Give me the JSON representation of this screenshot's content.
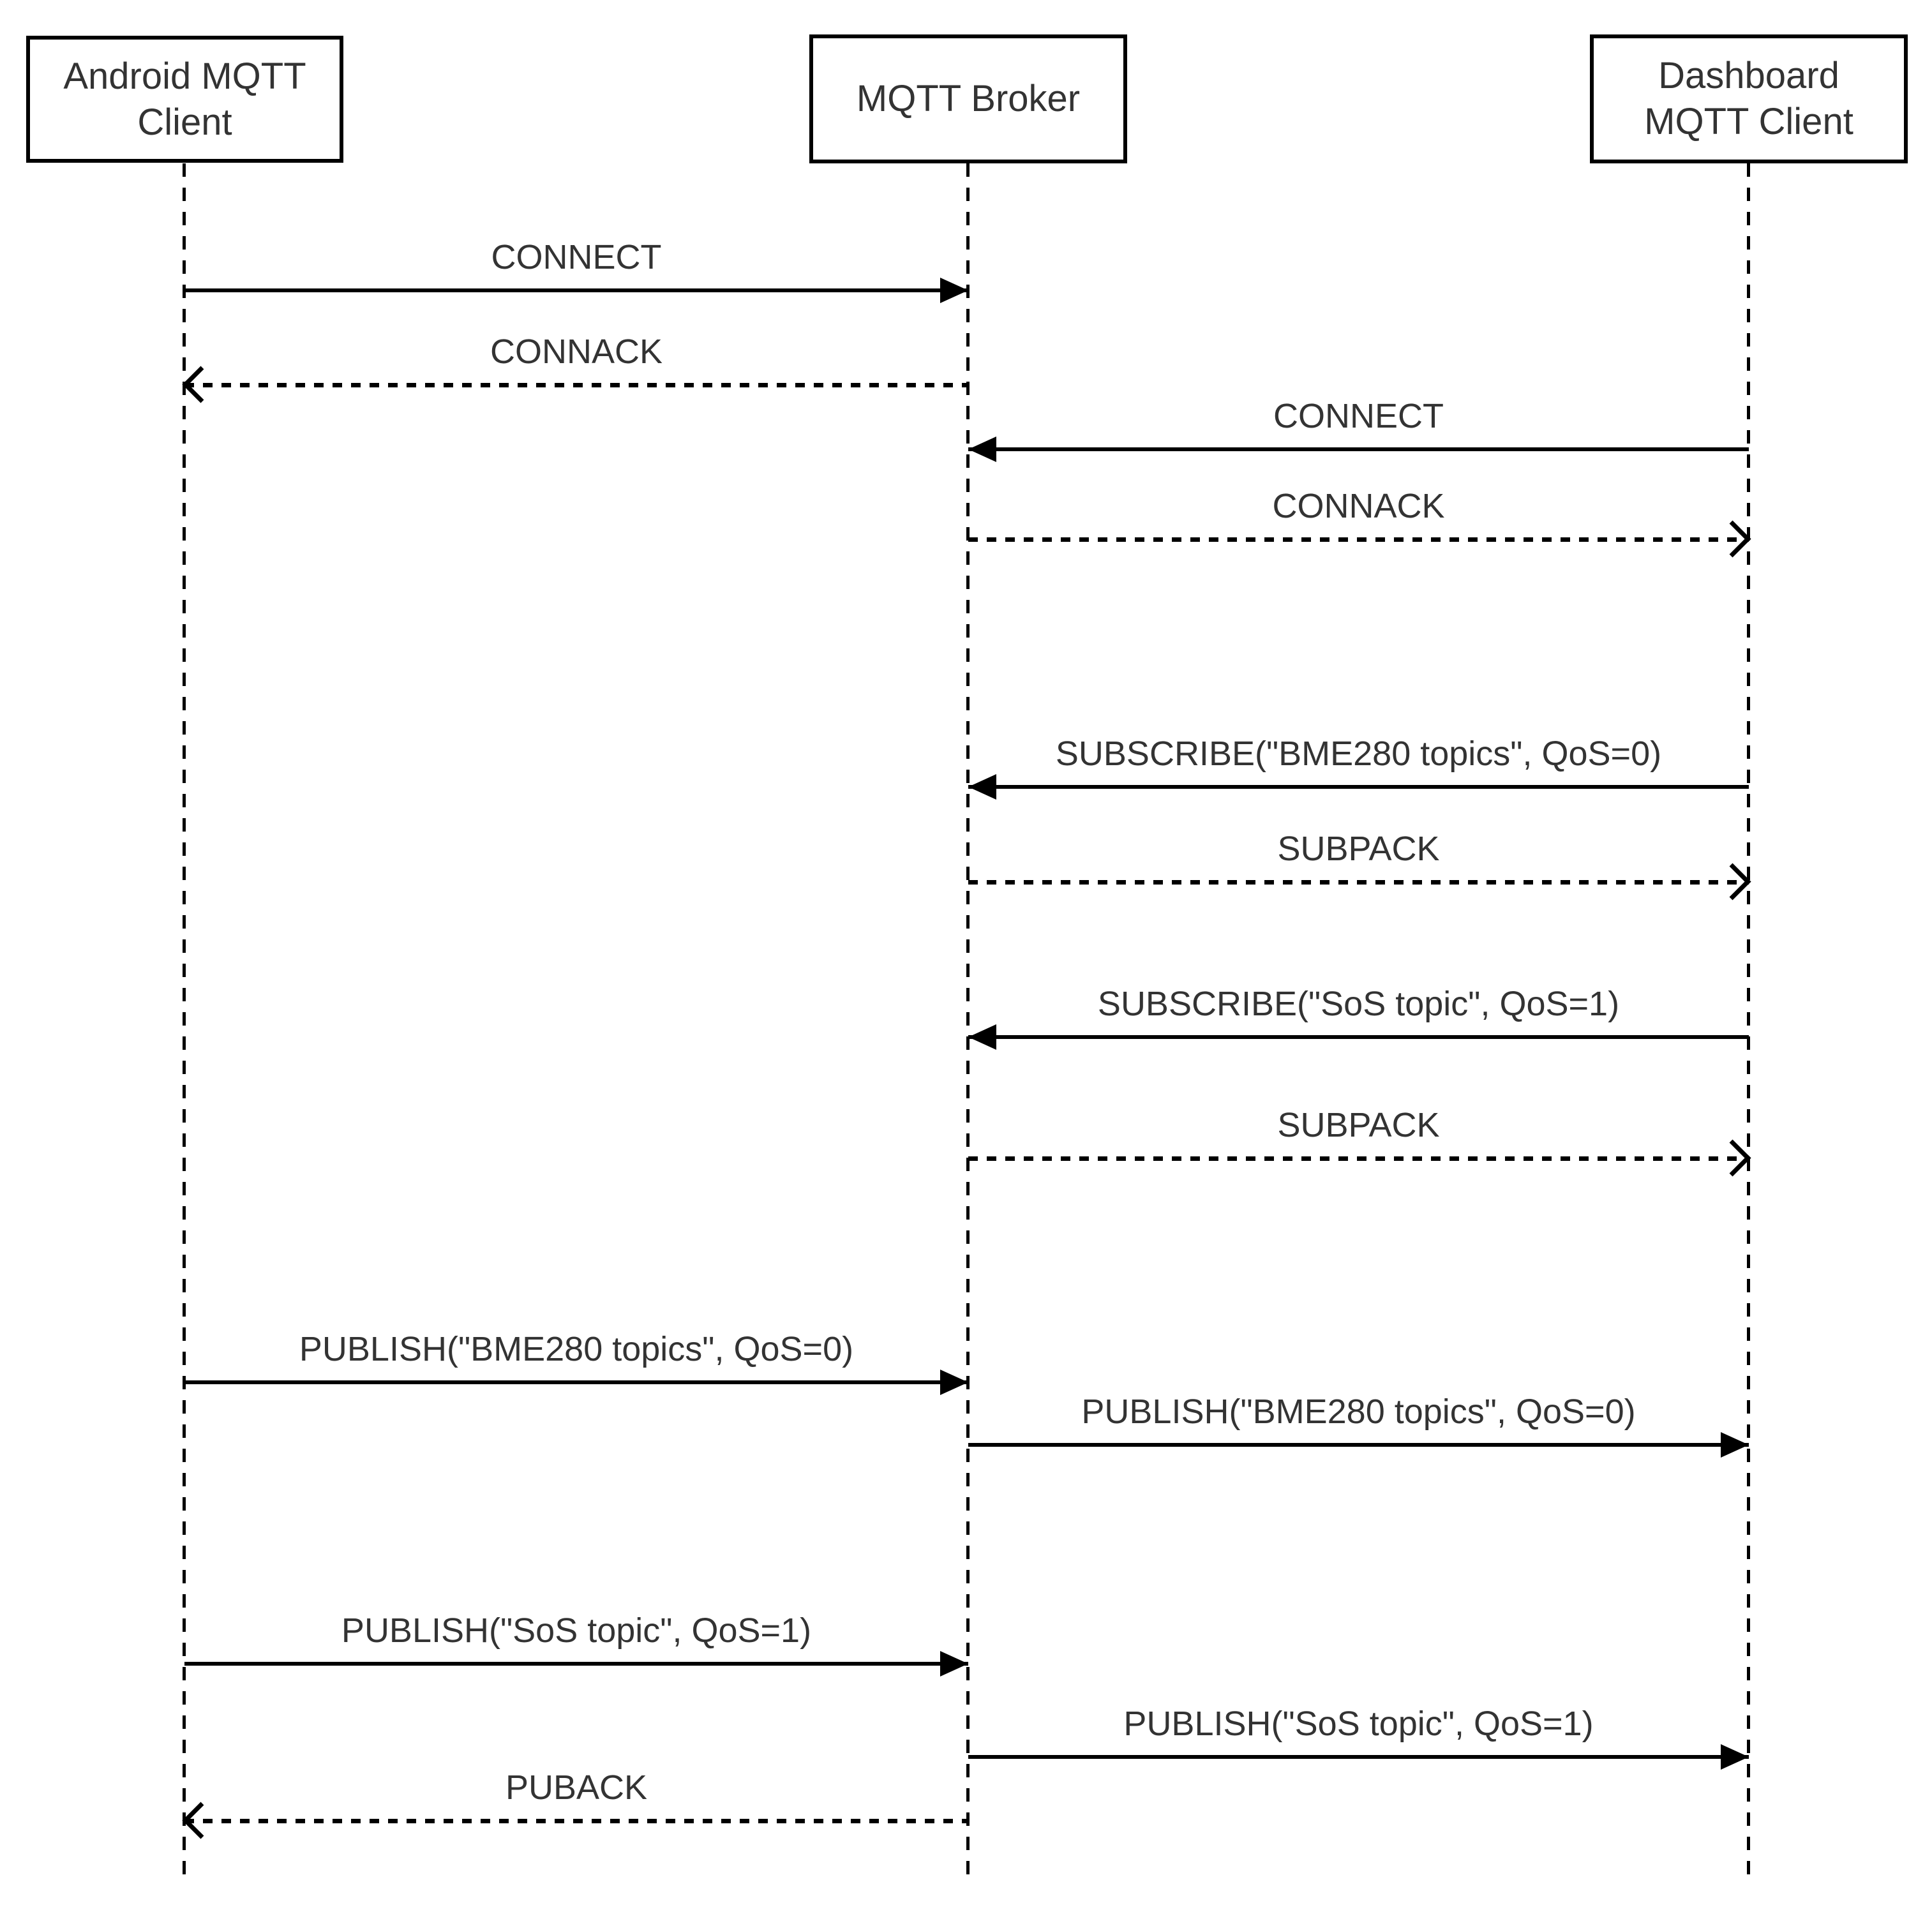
{
  "diagram": {
    "type": "sequence-diagram",
    "actors": [
      {
        "id": "android",
        "label": "Android MQTT Client"
      },
      {
        "id": "broker",
        "label": "MQTT Broker"
      },
      {
        "id": "dashboard",
        "label": "Dashboard MQTT Client"
      }
    ],
    "messages": [
      {
        "from": "android",
        "to": "broker",
        "label": "CONNECT",
        "line": "solid"
      },
      {
        "from": "broker",
        "to": "android",
        "label": "CONNACK",
        "line": "dashed"
      },
      {
        "from": "dashboard",
        "to": "broker",
        "label": "CONNECT",
        "line": "solid"
      },
      {
        "from": "broker",
        "to": "dashboard",
        "label": "CONNACK",
        "line": "dashed"
      },
      {
        "from": "dashboard",
        "to": "broker",
        "label": "SUBSCRIBE(\"BME280 topics\", QoS=0)",
        "line": "solid"
      },
      {
        "from": "broker",
        "to": "dashboard",
        "label": "SUBPACK",
        "line": "dashed"
      },
      {
        "from": "dashboard",
        "to": "broker",
        "label": "SUBSCRIBE(\"SoS topic\", QoS=1)",
        "line": "solid"
      },
      {
        "from": "broker",
        "to": "dashboard",
        "label": "SUBPACK",
        "line": "dashed"
      },
      {
        "from": "android",
        "to": "broker",
        "label": "PUBLISH(\"BME280 topics\", QoS=0)",
        "line": "solid"
      },
      {
        "from": "broker",
        "to": "dashboard",
        "label": "PUBLISH(\"BME280 topics\", QoS=0)",
        "line": "solid"
      },
      {
        "from": "android",
        "to": "broker",
        "label": "PUBLISH(\"SoS topic\", QoS=1)",
        "line": "solid"
      },
      {
        "from": "broker",
        "to": "dashboard",
        "label": "PUBLISH(\"SoS topic\", QoS=1)",
        "line": "solid"
      },
      {
        "from": "broker",
        "to": "android",
        "label": "PUBACK",
        "line": "dashed"
      }
    ],
    "colors": {
      "line": "#000000",
      "text": "#333333",
      "background": "#ffffff"
    }
  }
}
